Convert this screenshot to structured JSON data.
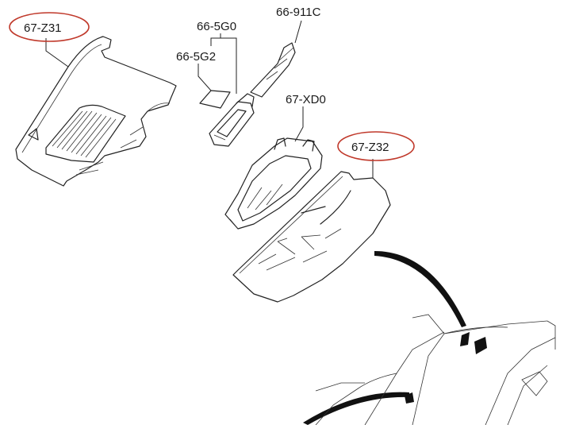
{
  "diagram": {
    "labels": {
      "z31": "67-Z31",
      "g0": "66-5G0",
      "g2": "66-5G2",
      "c911": "66-911C",
      "xd0": "67-XD0",
      "z32": "67-Z32"
    },
    "highlight_color": "#c0392b",
    "line_color": "#222222"
  }
}
